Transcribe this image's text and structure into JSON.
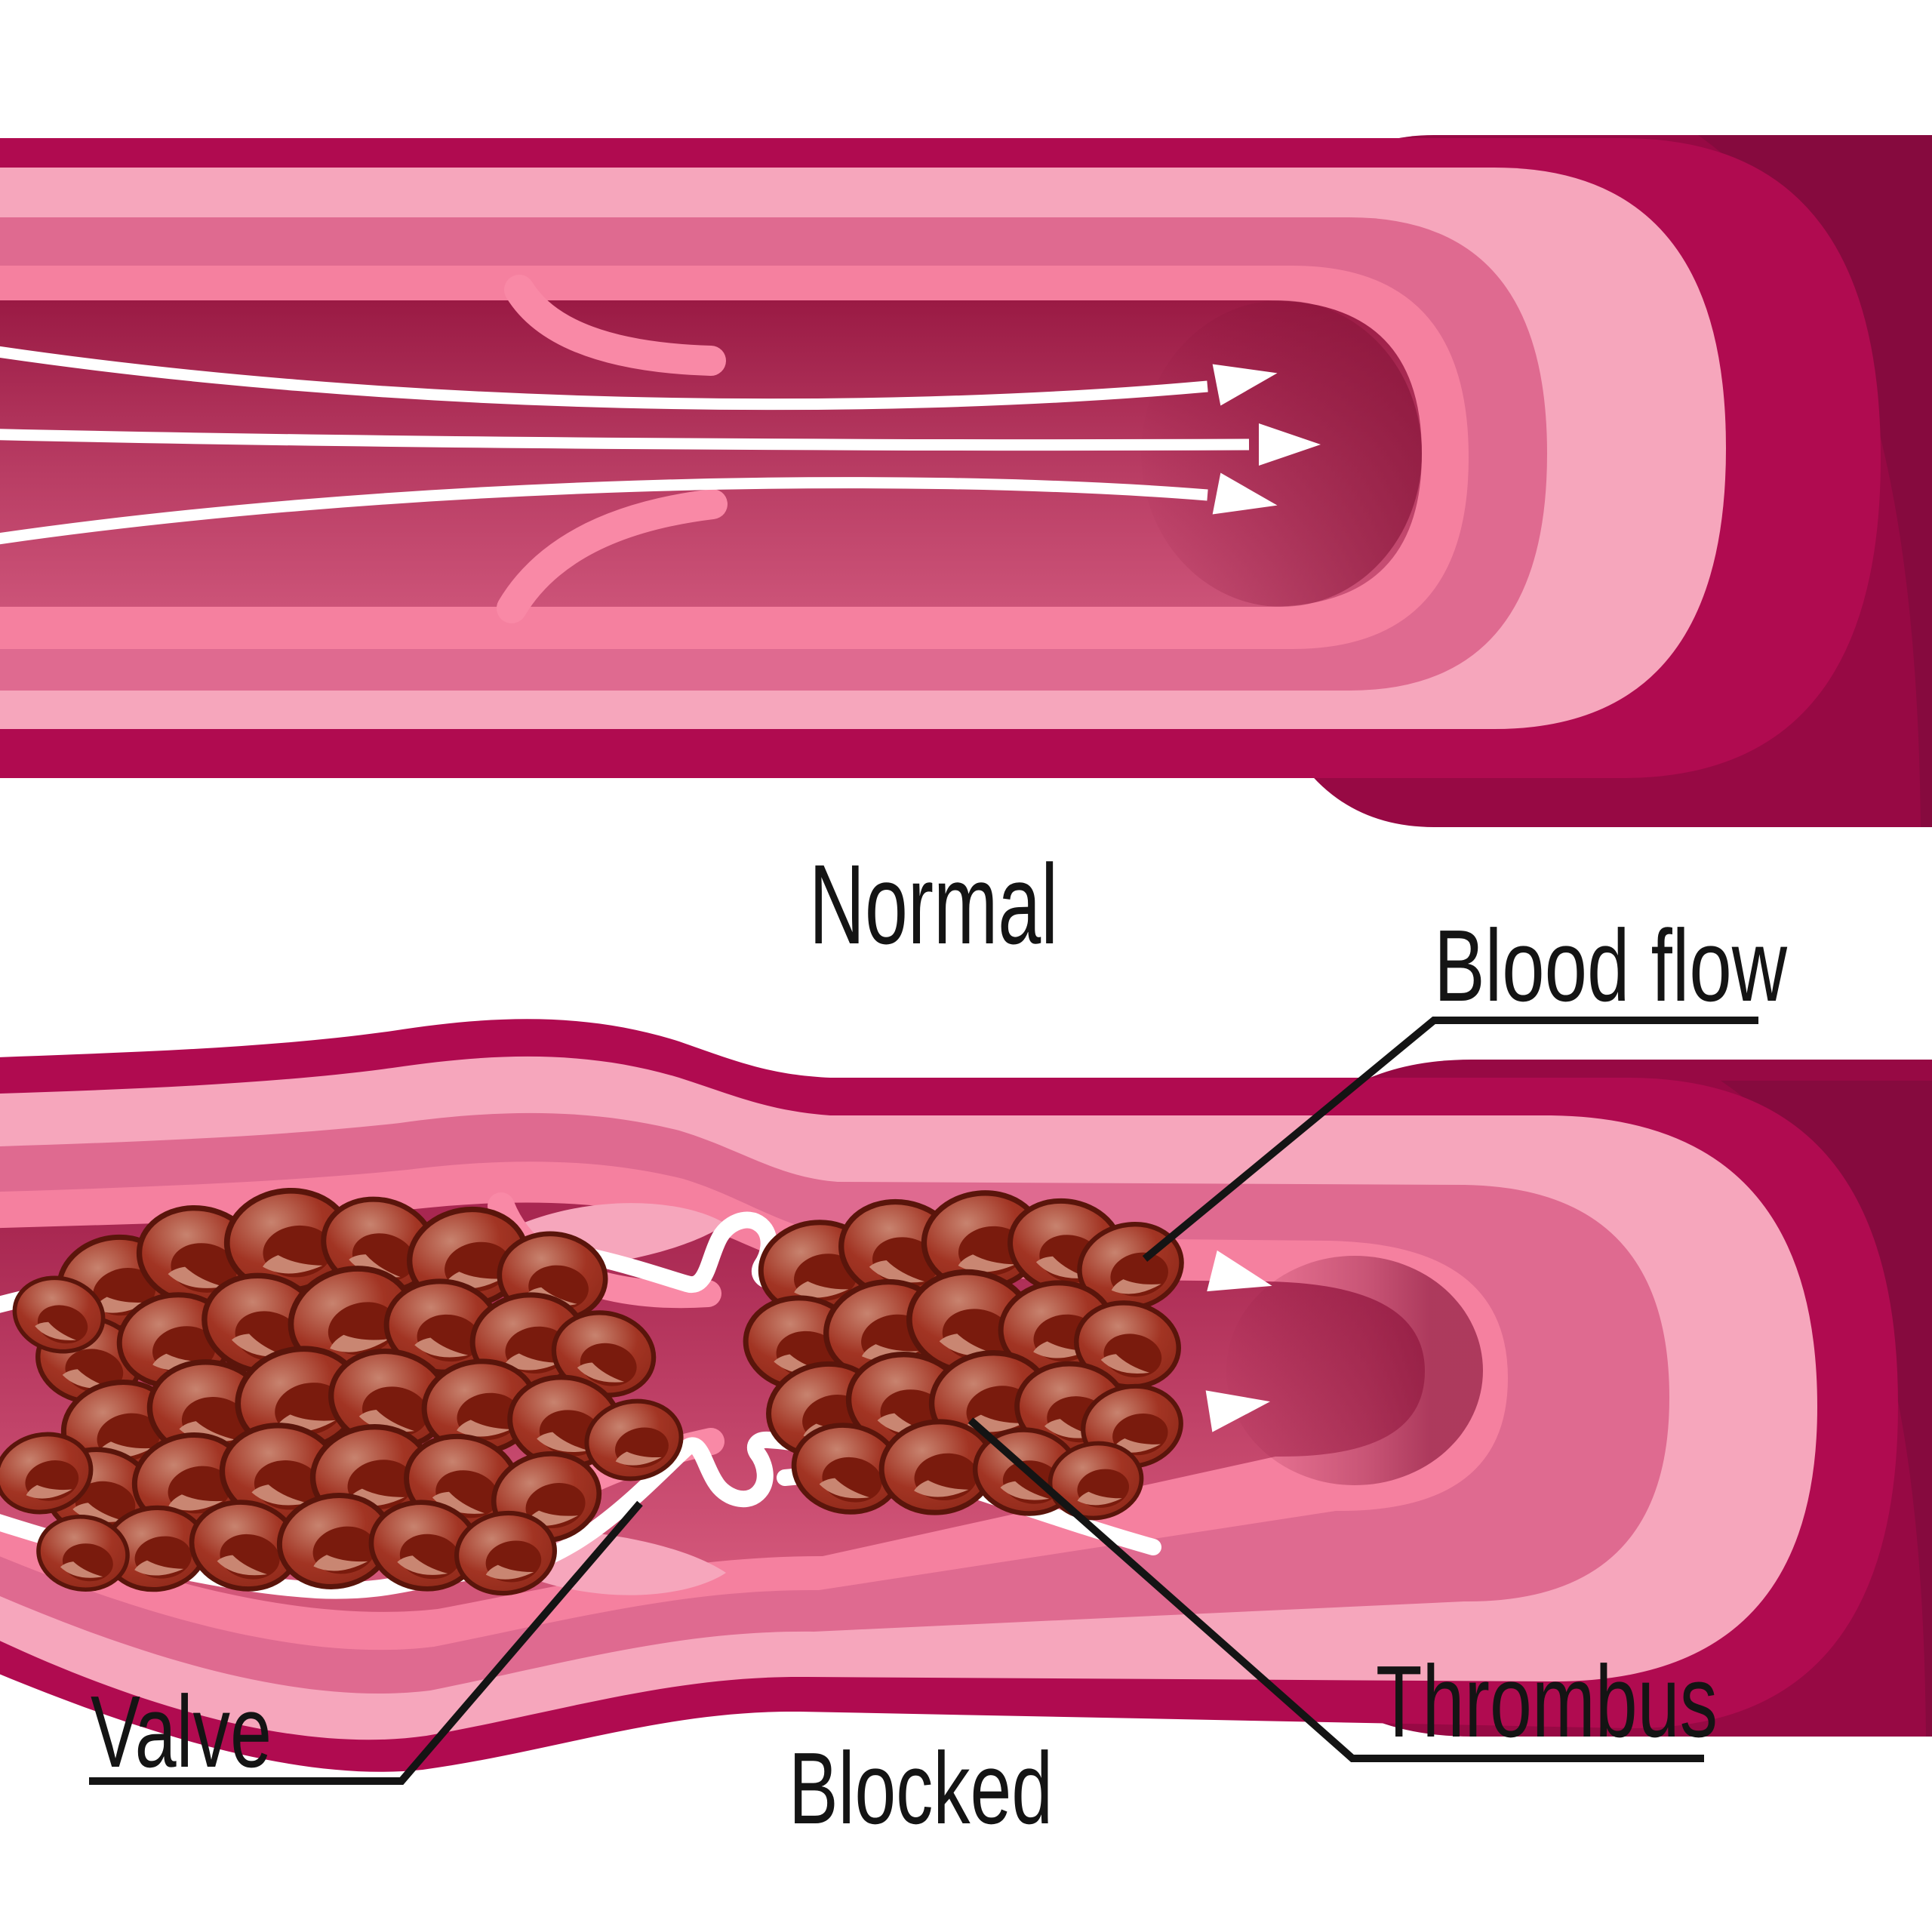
{
  "labels": {
    "normal": "Normal",
    "blood_flow": "Blood flow",
    "valve": "Valve",
    "thrombus": "Thrombus",
    "blocked": "Blocked"
  },
  "colors": {
    "background": "#FFFFFF",
    "maroon": "#970944",
    "maroon_dark": "#860A3E",
    "crimson": "#B00B50",
    "pink_light": "#F6A6BC",
    "rose_medium": "#DF6A90",
    "pink_bright": "#F5809F",
    "lumen_dark": "#9A1A44",
    "lumen_mid": "#B83C63",
    "lumen_light": "#CC5378",
    "lumen2_dark": "#A82751",
    "lumen2_light": "#D25679",
    "lumen_end_shadow": "#861439",
    "valve_flap": "#F989A6",
    "flow_line": "#FFFFFF",
    "cell_body": "#A23423",
    "cell_body_light": "#C8836F",
    "cell_body_dark": "#8C2718",
    "cell_hole": "#7A1B0D",
    "cell_hole_highlight": "#C98672",
    "cell_outline": "#5A150B",
    "pointer": "#141414",
    "text": "#141414"
  },
  "illustration": {
    "cells": [
      [
        152,
        1700,
        -12,
        1.0
      ],
      [
        262,
        1664,
        8,
        1.05
      ],
      [
        382,
        1644,
        -6,
        1.1
      ],
      [
        502,
        1650,
        14,
        1.0
      ],
      [
        620,
        1666,
        -10,
        1.05
      ],
      [
        732,
        1692,
        6,
        0.95
      ],
      [
        118,
        1802,
        10,
        0.92
      ],
      [
        232,
        1776,
        -8,
        1.0
      ],
      [
        348,
        1754,
        12,
        1.05
      ],
      [
        466,
        1748,
        -14,
        1.1
      ],
      [
        586,
        1758,
        6,
        1.0
      ],
      [
        700,
        1776,
        -6,
        1.0
      ],
      [
        800,
        1794,
        12,
        0.9
      ],
      [
        158,
        1892,
        -10,
        1.0
      ],
      [
        276,
        1868,
        6,
        1.05
      ],
      [
        396,
        1854,
        -12,
        1.1
      ],
      [
        516,
        1854,
        10,
        1.05
      ],
      [
        636,
        1864,
        -6,
        1.0
      ],
      [
        748,
        1884,
        8,
        0.98
      ],
      [
        840,
        1908,
        -10,
        0.85
      ],
      [
        132,
        1978,
        8,
        0.95
      ],
      [
        252,
        1962,
        -10,
        1.0
      ],
      [
        372,
        1952,
        6,
        1.05
      ],
      [
        492,
        1954,
        -8,
        1.05
      ],
      [
        612,
        1964,
        12,
        1.0
      ],
      [
        724,
        1984,
        -12,
        0.95
      ],
      [
        206,
        2052,
        -6,
        0.9
      ],
      [
        324,
        2048,
        10,
        0.95
      ],
      [
        444,
        2042,
        -10,
        1.0
      ],
      [
        562,
        2048,
        8,
        0.95
      ],
      [
        670,
        2058,
        -8,
        0.88
      ],
      [
        78,
        1742,
        14,
        0.8
      ],
      [
        58,
        1952,
        -12,
        0.85
      ],
      [
        110,
        2058,
        8,
        0.8
      ],
      [
        1082,
        1680,
        -8,
        1.0
      ],
      [
        1192,
        1656,
        10,
        1.05
      ],
      [
        1302,
        1644,
        -6,
        1.05
      ],
      [
        1412,
        1652,
        12,
        1.0
      ],
      [
        1498,
        1678,
        -12,
        0.92
      ],
      [
        1062,
        1780,
        6,
        1.0
      ],
      [
        1172,
        1762,
        -10,
        1.05
      ],
      [
        1286,
        1752,
        8,
        1.1
      ],
      [
        1400,
        1760,
        -6,
        1.0
      ],
      [
        1494,
        1782,
        10,
        0.92
      ],
      [
        1092,
        1868,
        -12,
        1.0
      ],
      [
        1202,
        1858,
        8,
        1.05
      ],
      [
        1312,
        1856,
        -8,
        1.05
      ],
      [
        1420,
        1866,
        6,
        0.98
      ],
      [
        1500,
        1890,
        -10,
        0.88
      ],
      [
        1122,
        1946,
        10,
        0.95
      ],
      [
        1242,
        1944,
        -6,
        1.0
      ],
      [
        1360,
        1950,
        8,
        0.92
      ],
      [
        1452,
        1962,
        -8,
        0.82
      ]
    ]
  }
}
